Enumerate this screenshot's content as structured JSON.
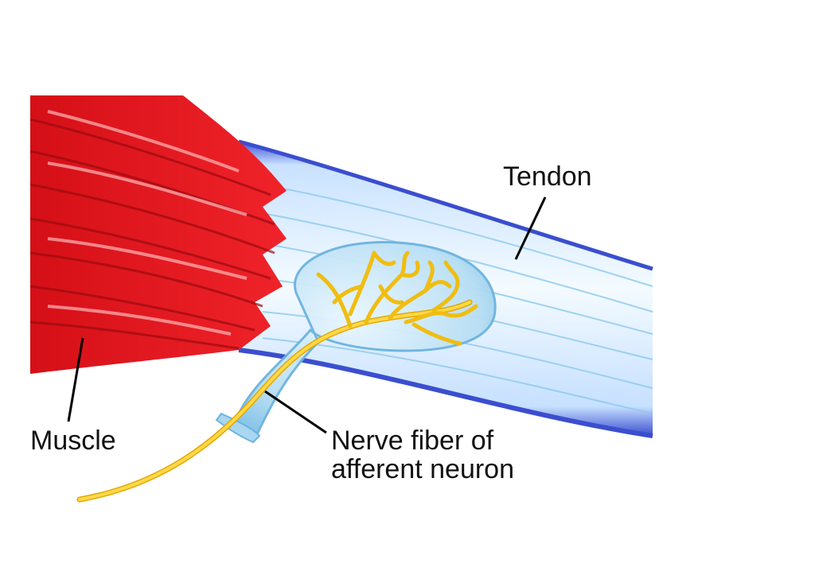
{
  "labels": {
    "tendon": "Tendon",
    "muscle": "Muscle",
    "nerve_line1": "Nerve fiber of",
    "nerve_line2": "afferent neuron"
  },
  "colors": {
    "muscle": "#e8141c",
    "muscle_dark": "#a80a10",
    "tendon": "#d6eaff",
    "tendon_edge": "#4a5fd8",
    "capsule": "#bfe3f7",
    "nerve": "#f5c21a",
    "leader_line": "#000000"
  }
}
